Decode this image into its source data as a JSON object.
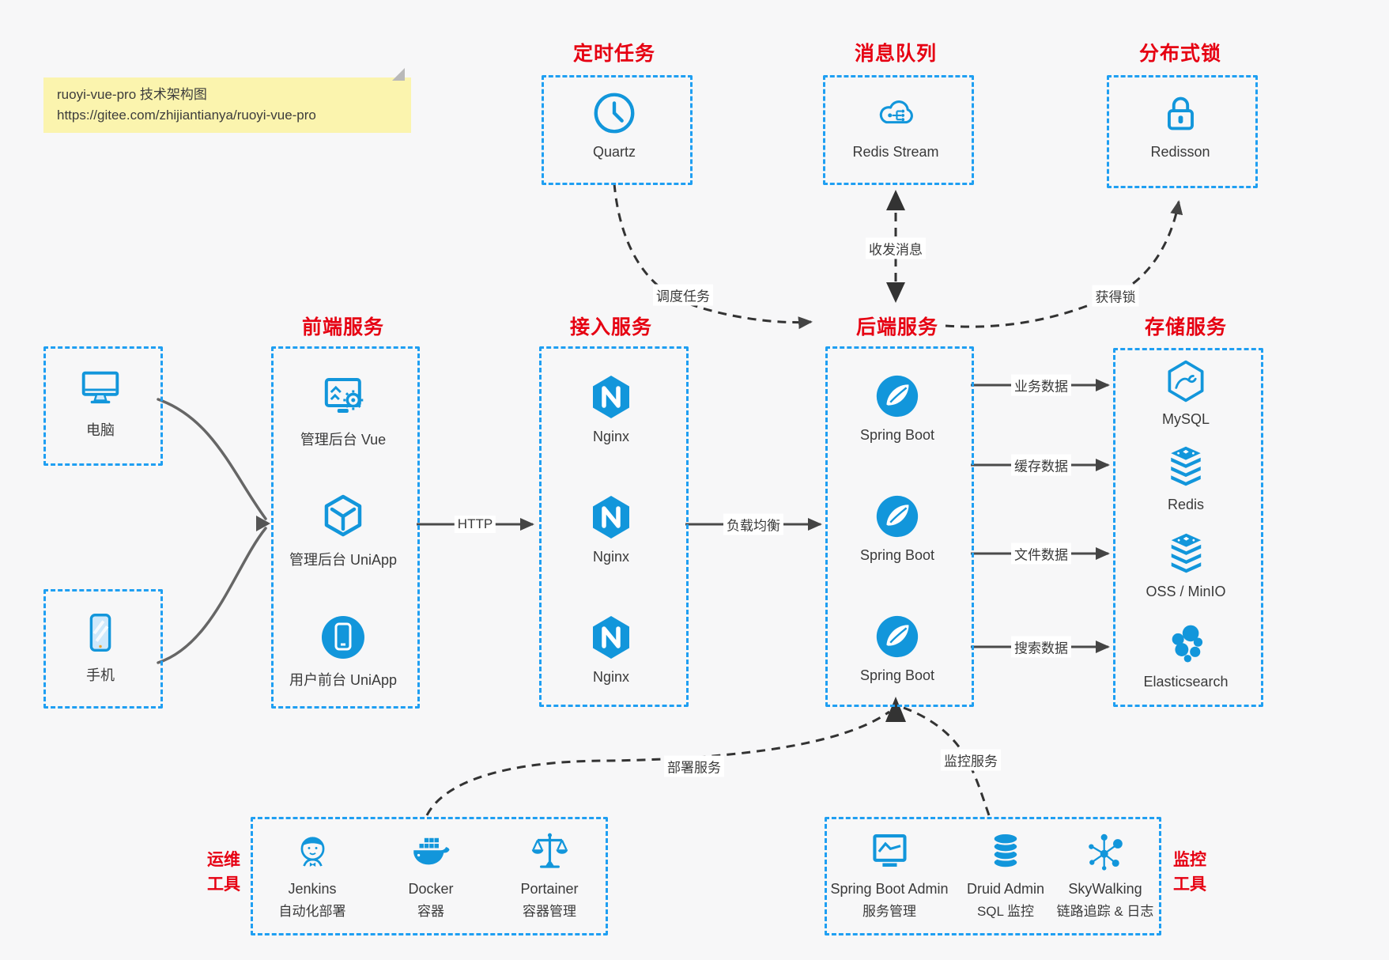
{
  "note": {
    "line1": "ruoyi-vue-pro 技术架构图",
    "line2": "https://gitee.com/zhijiantianya/ruoyi-vue-pro"
  },
  "top": {
    "scheduler": {
      "title": "定时任务",
      "label": "Quartz"
    },
    "mq": {
      "title": "消息队列",
      "label": "Redis Stream"
    },
    "lock": {
      "title": "分布式锁",
      "label": "Redisson"
    }
  },
  "clients": {
    "pc": {
      "label": "电脑"
    },
    "mobile": {
      "label": "手机"
    }
  },
  "frontend": {
    "title": "前端服务",
    "items": [
      {
        "label": "管理后台 Vue"
      },
      {
        "label": "管理后台 UniApp"
      },
      {
        "label": "用户前台 UniApp"
      }
    ]
  },
  "gateway": {
    "title": "接入服务",
    "items": [
      {
        "label": "Nginx"
      },
      {
        "label": "Nginx"
      },
      {
        "label": "Nginx"
      }
    ]
  },
  "backend": {
    "title": "后端服务",
    "items": [
      {
        "label": "Spring Boot"
      },
      {
        "label": "Spring Boot"
      },
      {
        "label": "Spring Boot"
      }
    ]
  },
  "storage": {
    "title": "存储服务",
    "items": [
      {
        "label": "MySQL"
      },
      {
        "label": "Redis"
      },
      {
        "label": "OSS / MinIO"
      },
      {
        "label": "Elasticsearch"
      }
    ]
  },
  "ops": {
    "title_line1": "运维",
    "title_line2": "工具",
    "items": [
      {
        "name": "Jenkins",
        "sub": "自动化部署"
      },
      {
        "name": "Docker",
        "sub": "容器"
      },
      {
        "name": "Portainer",
        "sub": "容器管理"
      }
    ]
  },
  "monitor": {
    "title_line1": "监控",
    "title_line2": "工具",
    "items": [
      {
        "name": "Spring Boot Admin",
        "sub": "服务管理"
      },
      {
        "name": "Druid Admin",
        "sub": "SQL 监控"
      },
      {
        "name": "SkyWalking",
        "sub": "链路追踪 & 日志"
      }
    ]
  },
  "edge_labels": {
    "http": "HTTP",
    "load_balance": "负载均衡",
    "biz_data": "业务数据",
    "cache_data": "缓存数据",
    "file_data": "文件数据",
    "search_data": "搜索数据",
    "schedule": "调度任务",
    "send_receive": "收发消息",
    "acquire_lock": "获得锁",
    "deploy": "部署服务",
    "monitor": "监控服务"
  },
  "colors": {
    "accent_blue": "#1296db",
    "border_blue": "#1f9ff2",
    "title_red": "#e60012",
    "arrow_dark": "#444444",
    "note_bg": "#fbf4ae"
  }
}
